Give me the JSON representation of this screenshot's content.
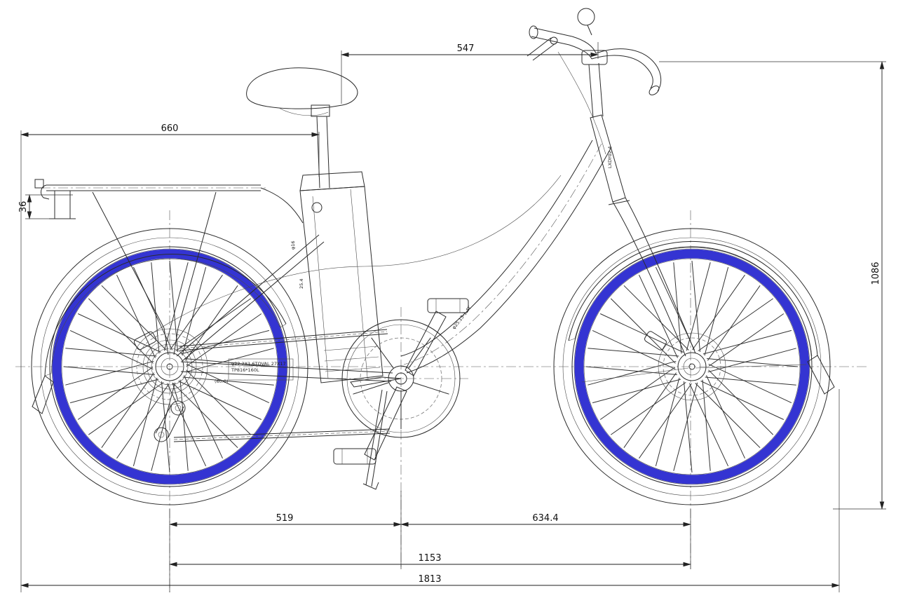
{
  "drawing": {
    "dimensions": {
      "top_span": "547",
      "rack_length": "660",
      "rack_height": "36",
      "overall_height": "1086",
      "rear_center_distance": "519",
      "front_center_distance": "634.4",
      "wheelbase": "1153",
      "overall_length": "1813"
    },
    "annotations": {
      "frame_code": "LXDY02-4",
      "down_tube_spec": "φ25.13-1.4T",
      "chainstay_spec_line1": "φ22.2X1.6TOVAL 27X17",
      "chainstay_spec_line2": "TP816*160L",
      "chainstay_spec_line3": "(60.0)",
      "seat_tube_dia": "φ16",
      "seat_post_dia": "25.4"
    },
    "colors": {
      "rim_blue": "#3434d2",
      "line": "#2b2b2b"
    }
  }
}
